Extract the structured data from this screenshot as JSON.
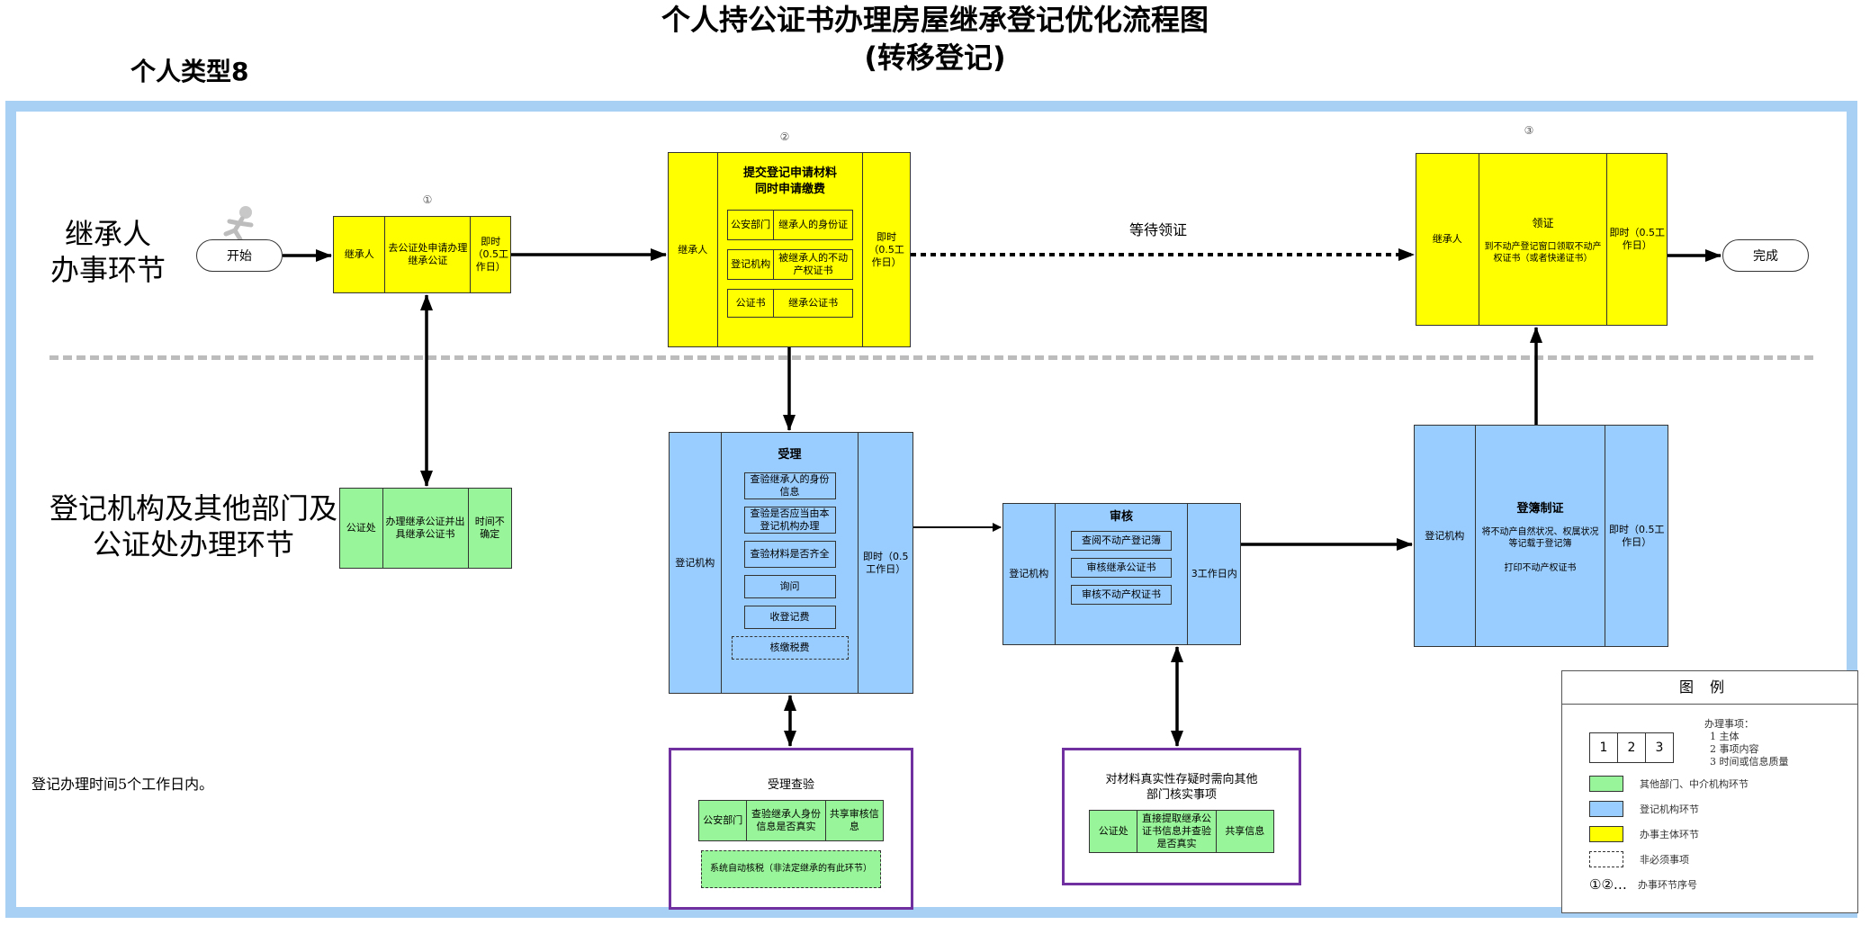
{
  "title": {
    "line1": "个人持公证书办理房屋继承登记优化流程图",
    "line2": "(转移登记)"
  },
  "type_label": "个人类型8",
  "lanes": {
    "top": [
      "继承人",
      "办事环节"
    ],
    "bottom": [
      "登记机构及其他部门及",
      "公证处办理环节"
    ]
  },
  "start_label": "开始",
  "end_label": "完成",
  "wait_label": "等待领证",
  "step1": {
    "num": "①",
    "subject": "继承人",
    "content": "去公证处申请办理继承公证",
    "time": "即时（0.5工作日）"
  },
  "step2": {
    "num": "②",
    "subject": "继承人",
    "title": "提交登记申请材料同时申请缴费",
    "time": "即时（0.5工作日）",
    "materials": [
      {
        "dept": "公安部门",
        "doc": "继承人的身份证"
      },
      {
        "dept": "登记机构",
        "doc": "被继承人的不动产权证书"
      },
      {
        "dept": "公证书",
        "doc": "继承公证书"
      }
    ]
  },
  "step3": {
    "num": "③",
    "subject": "继承人",
    "title": "领证",
    "content": "到不动产登记窗口领取不动产权证书（或者快递证书）",
    "time": "即时（0.5工作日）"
  },
  "notary": {
    "subject": "公证处",
    "content": "办理继承公证并出具继承公证书",
    "time": "时间不确定"
  },
  "accept": {
    "subject": "登记机构",
    "title": "受理",
    "time": "即时（0.5工作日）",
    "items": [
      "查验继承人的身份信息",
      "查验是否应当由本登记机构办理",
      "查验材料是否齐全",
      "询问",
      "收登记费"
    ],
    "dashed_item": "核缴税费"
  },
  "review": {
    "subject": "登记机构",
    "title": "审核",
    "time": "3工作日内",
    "items": [
      "查阅不动产登记簿",
      "审核继承公证书",
      "审核不动产权证书"
    ]
  },
  "register": {
    "subject": "登记机构",
    "title": "登簿制证",
    "time": "即时（0.5工作日）",
    "items": [
      "将不动产自然状况、权属状况等记载于登记簿",
      "打印不动产权证书"
    ]
  },
  "accept_check": {
    "title": "受理查验",
    "row": [
      "公安部门",
      "查验继承人身份信息是否真实",
      "共享审核信息"
    ],
    "dashed": "系统自动核税（非法定继承的有此环节）"
  },
  "verify": {
    "title": "对材料真实性存疑时需向其他部门核实事项",
    "row": [
      "公证处",
      "直接提取继承公证书信息并查验是否真实",
      "共享信息"
    ]
  },
  "note": "登记办理时间5个工作日内。",
  "legend": {
    "title": "图例",
    "sample_cells": [
      "1",
      "2",
      "3"
    ],
    "matters_title": "办理事项：",
    "matters": [
      "1 主体",
      "2 事项内容",
      "3 时间或信息质量"
    ],
    "rows": [
      {
        "label": "其他部门、中介机构环节",
        "color": "#99f599"
      },
      {
        "label": "登记机构环节",
        "color": "#99ccff"
      },
      {
        "label": "办事主体环节",
        "color": "#ffff00"
      },
      {
        "label": "非必须事项"
      },
      {
        "label": "办事环节序号",
        "symbol": "①②…"
      }
    ]
  }
}
